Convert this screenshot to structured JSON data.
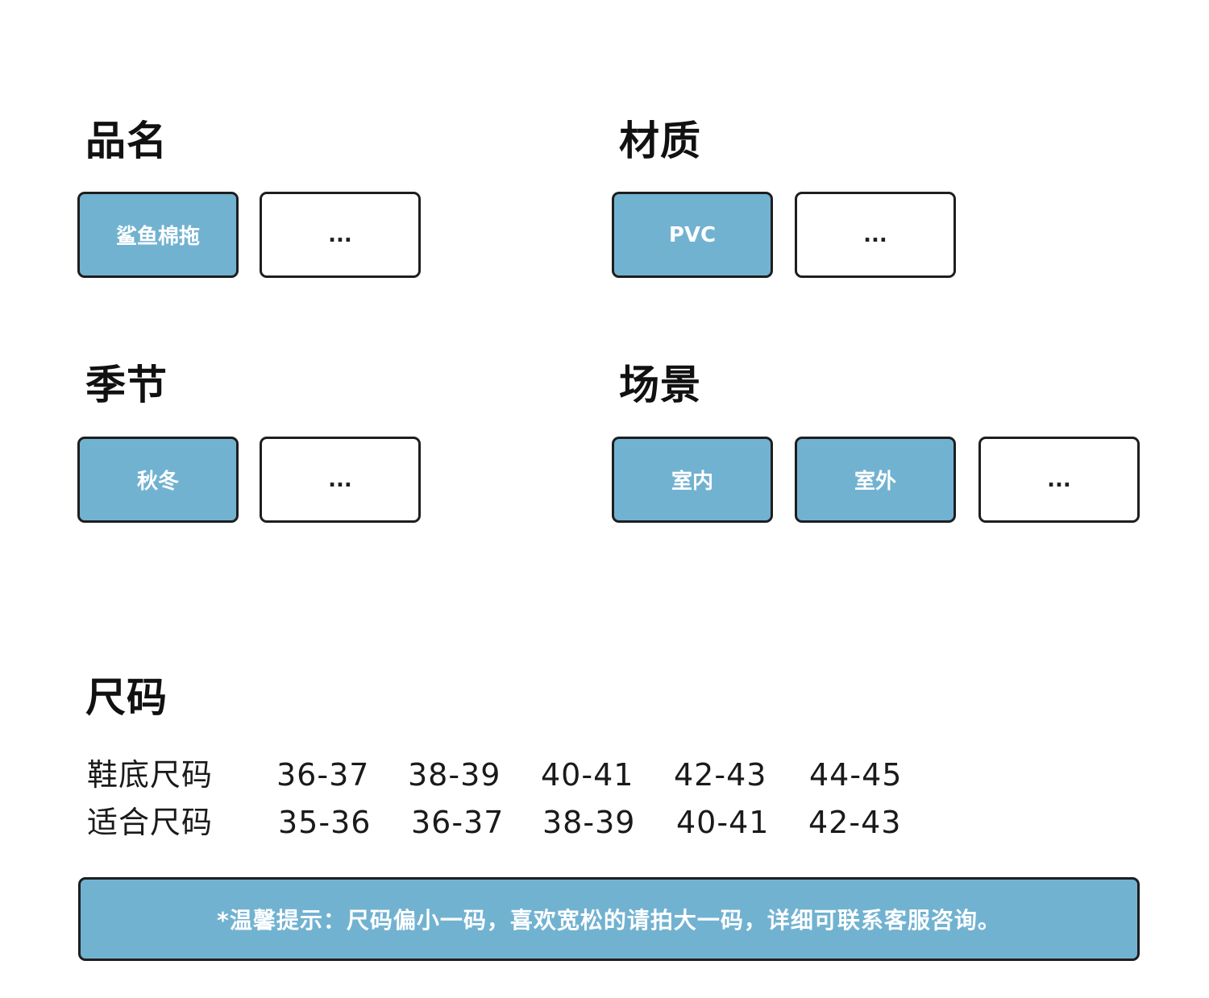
{
  "sections": {
    "name": {
      "title": "品名",
      "tags": [
        "鲨鱼棉拖",
        "..."
      ]
    },
    "material": {
      "title": "材质",
      "tags": [
        "PVC",
        "..."
      ]
    },
    "season": {
      "title": "季节",
      "tags": [
        "秋冬",
        "..."
      ]
    },
    "scene": {
      "title": "场景",
      "tags": [
        "室内",
        "室外",
        "..."
      ]
    }
  },
  "size": {
    "title": "尺码",
    "rows": [
      {
        "label": "鞋底尺码",
        "values": [
          "36-37",
          "38-39",
          "40-41",
          "42-43",
          "44-45"
        ]
      },
      {
        "label": "适合尺码",
        "values": [
          "35-36",
          "36-37",
          "38-39",
          "40-41",
          "42-43"
        ]
      }
    ]
  },
  "tip": "*温馨提示：尺码偏小一码，喜欢宽松的请拍大一码，详细可联系客服咨询。",
  "colors": {
    "accent": "#72b2d1",
    "border": "#1e1e1e"
  }
}
